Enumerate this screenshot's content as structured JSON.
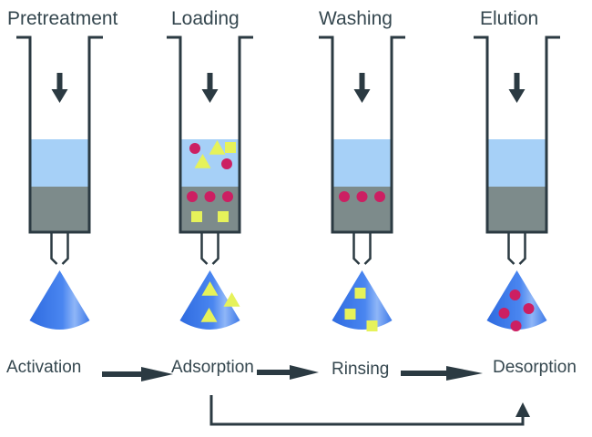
{
  "colors": {
    "outline": "#2b3a42",
    "solvent": "#a6d0f7",
    "sorbent": "#7d8b8b",
    "analyte": "#cc1f62",
    "matrix": "#e6f25a",
    "cone": "#3d79e8"
  },
  "stages": [
    {
      "title": "Pretreatment",
      "process": "Activation",
      "column_contents": {
        "circles_in_solvent": 0,
        "triangles_in_solvent": 0,
        "squares_in_solvent": 0,
        "circles_in_sorbent": 0,
        "squares_in_sorbent": 0
      },
      "eluate": "empty"
    },
    {
      "title": "Loading",
      "process": "Adsorption",
      "column_contents": {
        "circles_in_solvent": 2,
        "triangles_in_solvent": 2,
        "squares_in_solvent": 1,
        "circles_in_sorbent": 3,
        "squares_in_sorbent": 2
      },
      "eluate": "triangles"
    },
    {
      "title": "Washing",
      "process": "Rinsing",
      "column_contents": {
        "circles_in_solvent": 0,
        "triangles_in_solvent": 0,
        "squares_in_solvent": 0,
        "circles_in_sorbent": 3,
        "squares_in_sorbent": 0
      },
      "eluate": "squares"
    },
    {
      "title": "Elution",
      "process": "Desorption",
      "column_contents": {
        "circles_in_solvent": 0,
        "triangles_in_solvent": 0,
        "squares_in_solvent": 0,
        "circles_in_sorbent": 0,
        "squares_in_sorbent": 0
      },
      "eluate": "circles"
    }
  ],
  "flow": [
    {
      "from": "Activation",
      "to": "Adsorption"
    },
    {
      "from": "Adsorption",
      "to": "Rinsing"
    },
    {
      "from": "Rinsing",
      "to": "Desorption"
    },
    {
      "from": "Adsorption",
      "to": "Desorption",
      "style": "bypass"
    }
  ]
}
